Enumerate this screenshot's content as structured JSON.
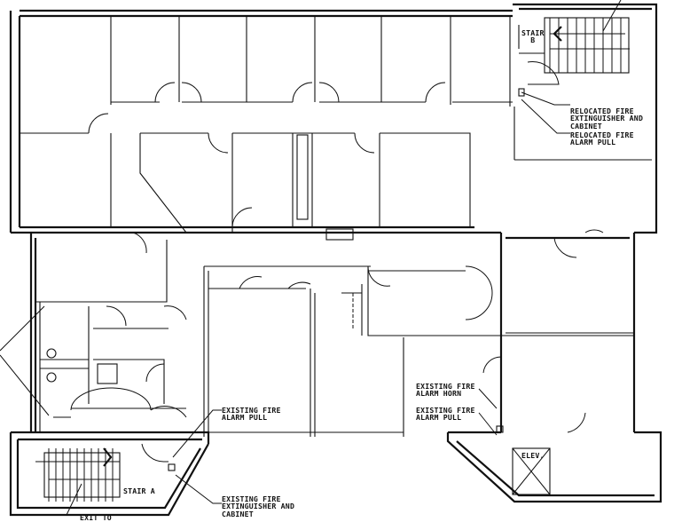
{
  "labels": {
    "stair_b": [
      "STAIR",
      "B"
    ],
    "relocated_extinguisher": [
      "RELOCATED FIRE",
      "EXTINGUISHER AND",
      "CABINET"
    ],
    "relocated_alarm_pull": [
      "RELOCATED FIRE",
      "ALARM PULL"
    ],
    "existing_alarm_pull_left": [
      "EXISTING FIRE",
      "ALARM PULL"
    ],
    "existing_extinguisher": [
      "EXISTING FIRE",
      "EXTINGUISHER AND",
      "CABINET"
    ],
    "stair_a": "STAIR A",
    "exit_to": "EXIT TO",
    "existing_alarm_horn": [
      "EXISTING FIRE",
      "ALARM HORN"
    ],
    "existing_alarm_pull_right": [
      "EXISTING FIRE",
      "ALARM PULL"
    ],
    "elevator": "ELEV."
  },
  "colors": {
    "line": "#111111",
    "background": "#ffffff"
  }
}
